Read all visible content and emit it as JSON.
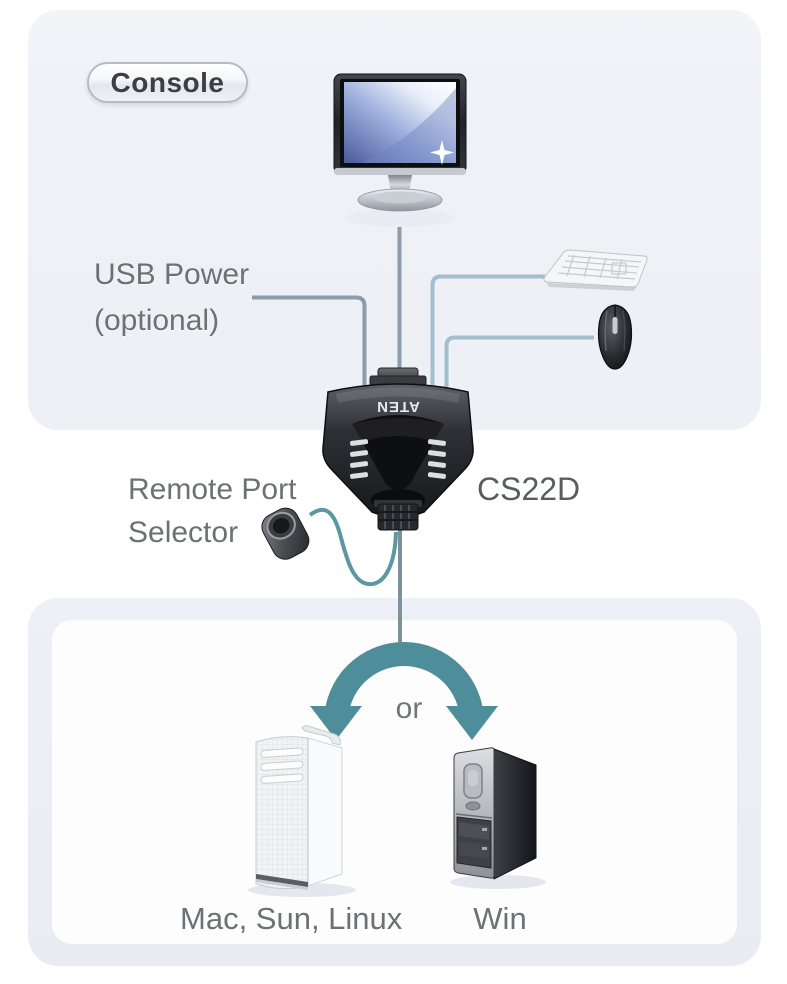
{
  "diagram": {
    "title_badge": "Console",
    "device": {
      "brand": "ATEN",
      "model": "CS22D"
    },
    "annotations": {
      "usb_power": {
        "line1": "USB Power",
        "line2": "(optional)"
      },
      "remote_selector": {
        "line1": "Remote Port",
        "line2": "Selector"
      },
      "or_separator": "or",
      "source_left": "Mac, Sun, Linux",
      "source_right": "Win"
    },
    "icons": [
      "monitor-icon",
      "keyboard-icon",
      "mouse-icon",
      "kvm-switch-icon",
      "remote-port-selector-icon",
      "split-arrow-icon",
      "mac-tower-icon",
      "win-tower-icon"
    ],
    "colors": {
      "panel_fill": "#eef1f6",
      "panel_frame": "#e9edf3",
      "panel_inner": "#fdfdfe",
      "cable_gray": "#8c9cab",
      "cable_light_blue": "#a3becf",
      "cable_teal": "#5c97a3",
      "downlink_gray": "#7f909d",
      "arrow_teal": "#4e8d9a",
      "label_gray": "#6e7072",
      "model_gray": "#595c60",
      "badge_text": "#3b3e42"
    }
  }
}
